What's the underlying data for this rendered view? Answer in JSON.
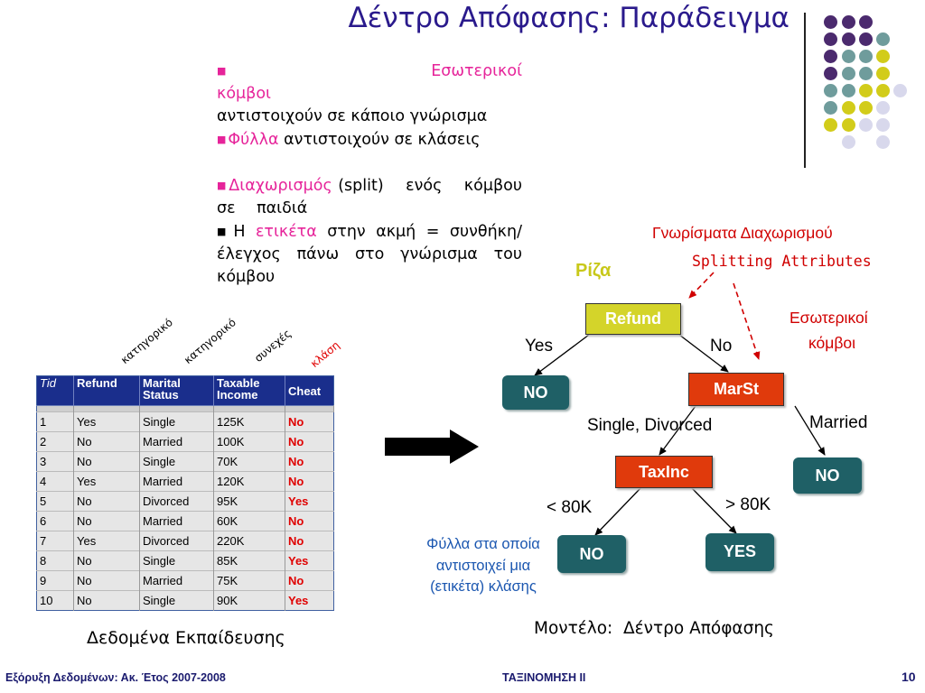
{
  "title": "Δέντρο Απόφασης: Παράδειγμα",
  "colors": {
    "purple": "#4b2a6e",
    "teal": "#6f9c9c",
    "yellow": "#d2cc1a",
    "lilac": "#d8d8ec",
    "leaf": "#1f6066",
    "internal": "#e03a0c",
    "root": "#d4d42a",
    "accent": "#e6249a",
    "arrow_red": "#d00000"
  },
  "bullets": {
    "b1_key": "Εσωτερικοί κόμβοι",
    "b1_rest": "αντιστοιχούν σε κάποιο γνώρισμα",
    "b2_key": "Φύλλα",
    "b2_rest": "αντιστοιχούν σε κλάσεις",
    "b3_key": "Διαχωρισμός",
    "b3_rest": "(split) ενός κόμβου σε παιδιά",
    "b4_pre": "Η",
    "b4_key": "ετικέτα",
    "b4_rest": "στην ακμή = συνθήκη/έλεγχος πάνω στο γνώρισμα του κόμβου"
  },
  "rotated_labels": {
    "cat1": "κατηγορικό",
    "cat2": "κατηγορικό",
    "cont": "συνεχές",
    "cls": "κλάση"
  },
  "table": {
    "headers": [
      "Tid",
      "Refund",
      "Marital Status",
      "Taxable Income",
      "Cheat"
    ],
    "rows": [
      [
        "1",
        "Yes",
        "Single",
        "125K",
        "No"
      ],
      [
        "2",
        "No",
        "Married",
        "100K",
        "No"
      ],
      [
        "3",
        "No",
        "Single",
        "70K",
        "No"
      ],
      [
        "4",
        "Yes",
        "Married",
        "120K",
        "No"
      ],
      [
        "5",
        "No",
        "Divorced",
        "95K",
        "Yes"
      ],
      [
        "6",
        "No",
        "Married",
        "60K",
        "No"
      ],
      [
        "7",
        "Yes",
        "Divorced",
        "220K",
        "No"
      ],
      [
        "8",
        "No",
        "Single",
        "85K",
        "Yes"
      ],
      [
        "9",
        "No",
        "Married",
        "75K",
        "No"
      ],
      [
        "10",
        "No",
        "Single",
        "90K",
        "Yes"
      ]
    ]
  },
  "captions": {
    "training": "Δεδομένα Εκπαίδευσης",
    "model": "Μοντέλο:  Δέντρο Απόφασης"
  },
  "tree": {
    "root_label": "Ρίζα",
    "splitting_gr": "Γνωρίσματα Διαχωρισμού",
    "splitting_en": "Splitting Attributes",
    "internal_gr_1": "Εσωτερικοί",
    "internal_gr_2": "κόμβοι",
    "leaves_note_1": "Φύλλα στα οποία",
    "leaves_note_2": "αντιστοιχεί μια",
    "leaves_note_3": "(ετικέτα) κλάσης",
    "nodes": {
      "refund": "Refund",
      "marst": "MarSt",
      "taxinc": "TaxInc",
      "no1": "NO",
      "no2": "NO",
      "no3": "NO",
      "yes": "YES"
    },
    "edges": {
      "yes": "Yes",
      "no": "No",
      "single_div": "Single, Divorced",
      "married": "Married",
      "lt80": "< 80K",
      "gt80": "> 80K"
    }
  },
  "footer": {
    "left": "Εξόρυξη Δεδομένων: Ακ. Έτος 2007-2008",
    "center": "ΤΑΞΙΝΟΜΗΣΗ II",
    "page": "10"
  }
}
